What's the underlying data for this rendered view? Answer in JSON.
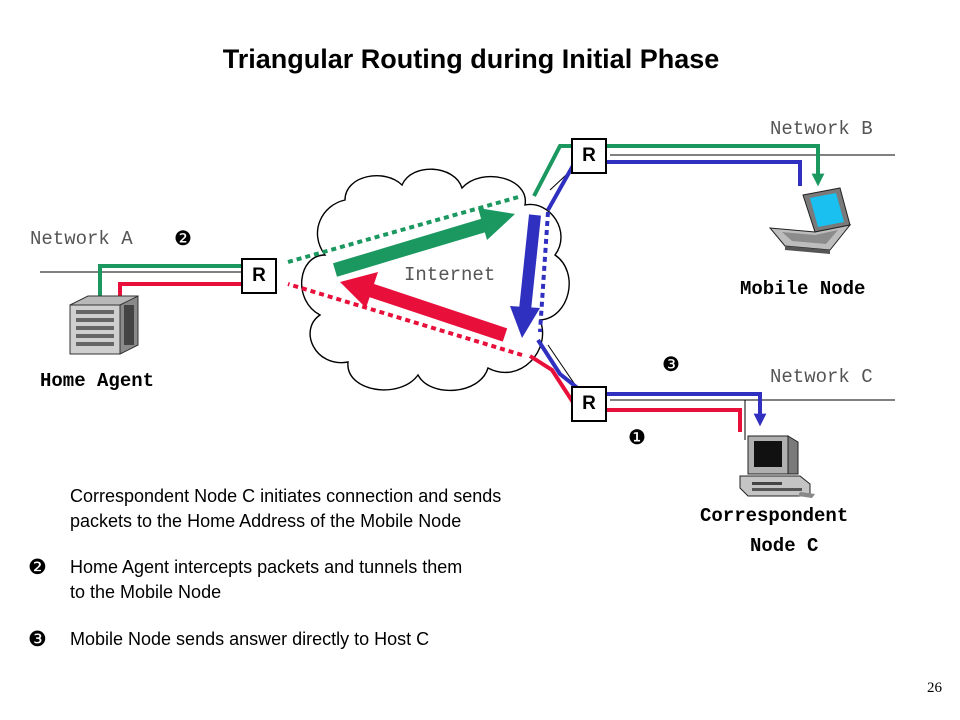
{
  "title": "Triangular Routing during Initial Phase",
  "networks": {
    "a": "Network A",
    "b": "Network B",
    "c": "Network C"
  },
  "cloud_label": "Internet",
  "router_label": "R",
  "nodes": {
    "home_agent": "Home Agent",
    "mobile_node": "Mobile Node",
    "correspondent_line1": "Correspondent",
    "correspondent_line2": "Node C"
  },
  "markers": {
    "network_a": "❷",
    "network_c": "❸",
    "correspondent": "❶"
  },
  "steps": [
    {
      "symbol": "",
      "line1": "Correspondent Node C initiates connection and sends",
      "line2": "packets to the Home Address of the Mobile Node"
    },
    {
      "symbol": "❷",
      "line1": "Home Agent intercepts packets and tunnels them",
      "line2": "to the Mobile Node"
    },
    {
      "symbol": "❸",
      "line1": "Mobile Node sends answer directly to Host C",
      "line2": ""
    }
  ],
  "page_number": "26",
  "colors": {
    "green": "#1a9860",
    "red": "#e8103a",
    "blue": "#3030c0"
  }
}
